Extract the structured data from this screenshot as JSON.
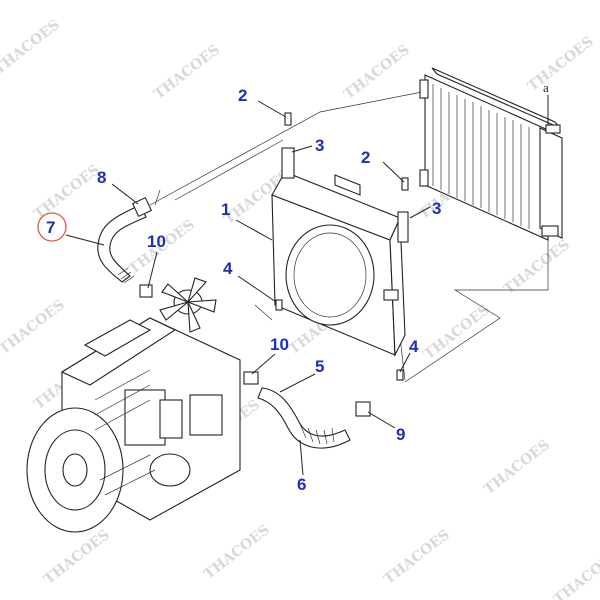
{
  "watermark": {
    "text": "THACOES",
    "color": "#d8d8d8"
  },
  "colors": {
    "callout": "#1f2fb8",
    "highlight_ring": "#e0584a",
    "line_art": "#222222"
  },
  "callouts": [
    {
      "id": "c2a",
      "text": "2"
    },
    {
      "id": "c3a",
      "text": "3"
    },
    {
      "id": "c2b",
      "text": "2"
    },
    {
      "id": "c3b",
      "text": "3"
    },
    {
      "id": "c8",
      "text": "8"
    },
    {
      "id": "c7",
      "text": "7",
      "selected": true
    },
    {
      "id": "c1",
      "text": "1"
    },
    {
      "id": "c10a",
      "text": "10"
    },
    {
      "id": "c4a",
      "text": "4"
    },
    {
      "id": "c10b",
      "text": "10"
    },
    {
      "id": "c5",
      "text": "5"
    },
    {
      "id": "c4b",
      "text": "4"
    },
    {
      "id": "c9",
      "text": "9"
    },
    {
      "id": "c6",
      "text": "6"
    }
  ],
  "reference_marks": [
    {
      "id": "ra",
      "text": "a"
    }
  ]
}
